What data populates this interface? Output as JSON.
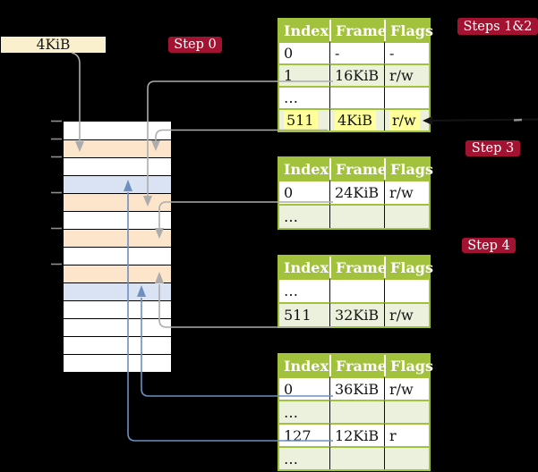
{
  "colors": {
    "background": "#000000",
    "accent_red": "#A31230",
    "cream_box": "#FAF0CD",
    "table_green": "#A2C13D",
    "table_row_green": "#EBF1DC",
    "highlight_yellow": "#FFFF9B",
    "frame_peach": "#FCE5CB",
    "frame_blue": "#D9E3F4",
    "connector_gray": "#ACACAC",
    "connector_blue": "#6E8FC0",
    "tick_gray": "#8F8F8F",
    "annotation_black": "#141414"
  },
  "page_size_box": {
    "label": "4KiB"
  },
  "step_labels": {
    "step0": "Step 0",
    "steps_1_2": "Steps 1&2",
    "step3": "Step 3",
    "step4": "Step 4"
  },
  "memory": {
    "rows": [
      {
        "cls": "mrow"
      },
      {
        "cls": "mrow peach"
      },
      {
        "cls": "mrow"
      },
      {
        "cls": "mrow blue"
      },
      {
        "cls": "mrow peach"
      },
      {
        "cls": "mrow"
      },
      {
        "cls": "mrow peach"
      },
      {
        "cls": "mrow"
      },
      {
        "cls": "mrow peach"
      },
      {
        "cls": "mrow blue"
      },
      {
        "cls": "mrow"
      },
      {
        "cls": "mrow"
      },
      {
        "cls": "mrow"
      },
      {
        "cls": "mrow"
      }
    ]
  },
  "tables": [
    {
      "id": "table-1",
      "headers": [
        "Index",
        "Frame",
        "Flags"
      ],
      "rows": [
        {
          "cells": [
            "0",
            "-",
            "-"
          ]
        },
        {
          "cells": [
            "1",
            "16KiB",
            "r/w"
          ]
        },
        {
          "cells": [
            "…",
            "",
            ""
          ]
        },
        {
          "cells": [
            "511",
            "4KiB",
            "r/w"
          ],
          "highlighted": true
        }
      ]
    },
    {
      "id": "table-2",
      "headers": [
        "Index",
        "Frame",
        "Flags"
      ],
      "rows": [
        {
          "cells": [
            "0",
            "24KiB",
            "r/w"
          ]
        },
        {
          "cells": [
            "…",
            "",
            ""
          ]
        }
      ]
    },
    {
      "id": "table-3",
      "headers": [
        "Index",
        "Frame",
        "Flags"
      ],
      "rows": [
        {
          "cells": [
            "…",
            "",
            ""
          ]
        },
        {
          "cells": [
            "511",
            "32KiB",
            "r/w"
          ]
        }
      ]
    },
    {
      "id": "table-4",
      "headers": [
        "Index",
        "Frame",
        "Flags"
      ],
      "rows": [
        {
          "cells": [
            "0",
            "36KiB",
            "r/w"
          ]
        },
        {
          "cells": [
            "…",
            "",
            ""
          ]
        },
        {
          "cells": [
            "127",
            "12KiB",
            "r"
          ]
        },
        {
          "cells": [
            "…",
            "",
            ""
          ]
        }
      ]
    }
  ]
}
